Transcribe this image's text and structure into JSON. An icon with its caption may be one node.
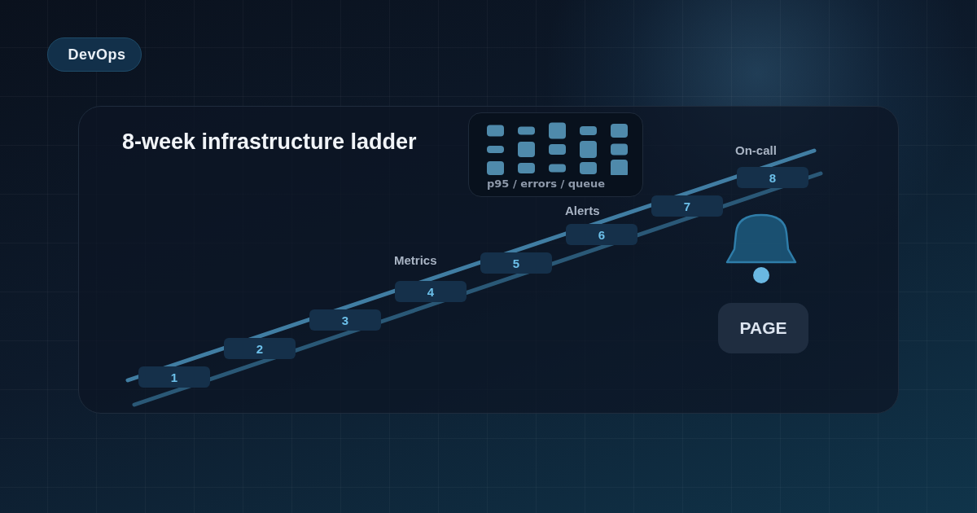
{
  "diagram": {
    "title": "8-week infrastructure ladder",
    "nodes": [
      {
        "text": [
          "DevOps"
        ]
      },
      {
        "text": [
          "1"
        ]
      },
      {
        "text": [
          "2"
        ]
      },
      {
        "text": [
          "3"
        ]
      },
      {
        "text": [
          "4"
        ],
        "beside": [
          "Metrics"
        ]
      },
      {
        "text": [
          "5"
        ]
      },
      {
        "text": [
          "6"
        ],
        "beside": [
          "Alerts"
        ]
      },
      {
        "text": [
          "7"
        ]
      },
      {
        "text": [
          "8"
        ],
        "beside": [
          "On-call"
        ]
      },
      {
        "text": [
          "p95 / errors / queue"
        ]
      },
      {
        "text": [
          "PAGE"
        ]
      }
    ]
  }
}
